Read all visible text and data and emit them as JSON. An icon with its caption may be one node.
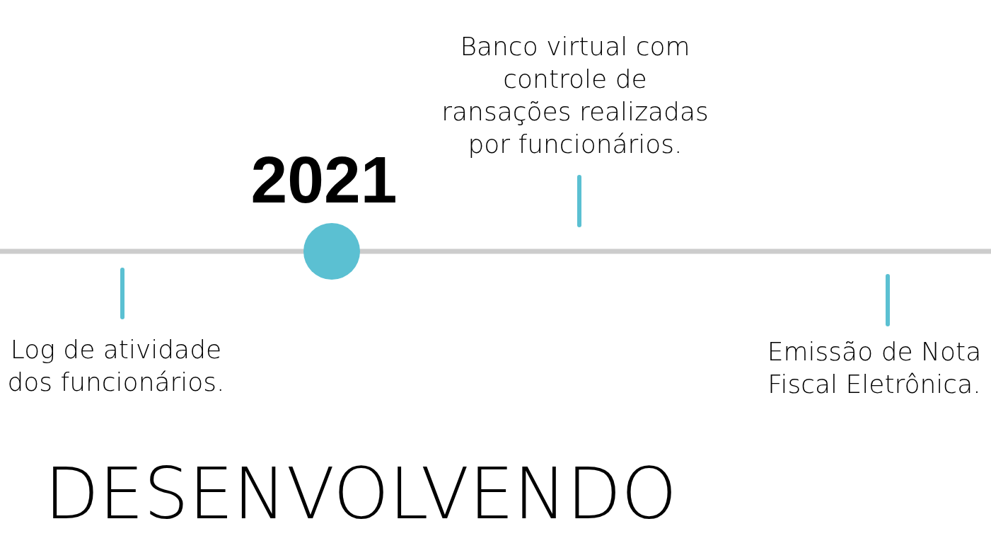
{
  "diagram": {
    "title": "DESENVOLVENDO",
    "labels": [
      "Banco virtual com controle de ransações realizadas por funcionários.",
      "2021",
      "Log de atividade dos funcionários.",
      "Emissão de Nota Fiscal Eletrônica."
    ]
  }
}
